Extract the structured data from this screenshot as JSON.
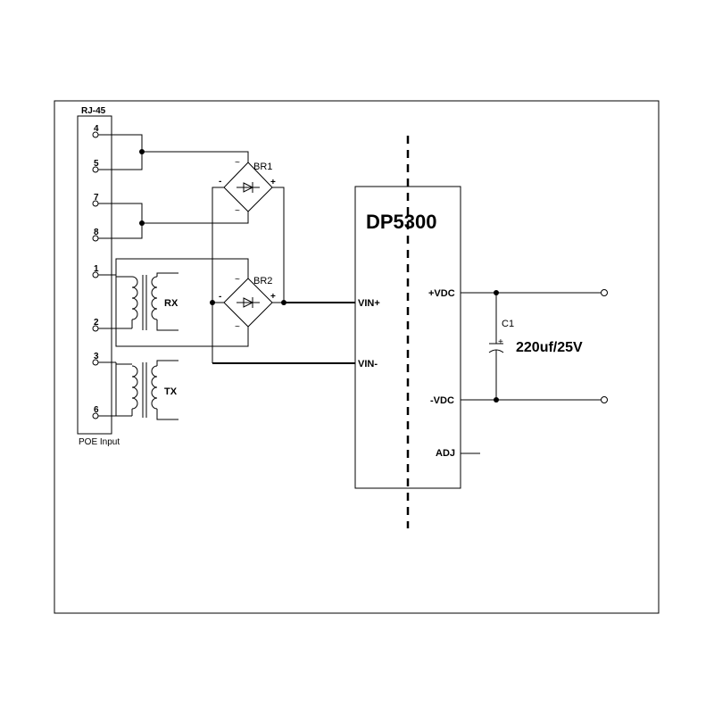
{
  "connector": {
    "title": "RJ-45",
    "footer": "POE Input",
    "pins": [
      "4",
      "5",
      "7",
      "8",
      "1",
      "2",
      "3",
      "6"
    ]
  },
  "bridges": [
    {
      "name": "BR1",
      "ac1": "~",
      "ac2": "~",
      "neg": "-",
      "pos": "+"
    },
    {
      "name": "BR2",
      "ac1": "~",
      "ac2": "~",
      "neg": "-",
      "pos": "+"
    }
  ],
  "transformers": [
    {
      "label": "RX"
    },
    {
      "label": "TX"
    }
  ],
  "module": {
    "name": "DP5300",
    "pins": {
      "vin_pos": "VIN+",
      "vin_neg": "VIN-",
      "vdc_pos": "+VDC",
      "vdc_neg": "-VDC",
      "adj": "ADJ"
    }
  },
  "capacitor": {
    "ref": "C1",
    "value": "220uf/25V"
  }
}
